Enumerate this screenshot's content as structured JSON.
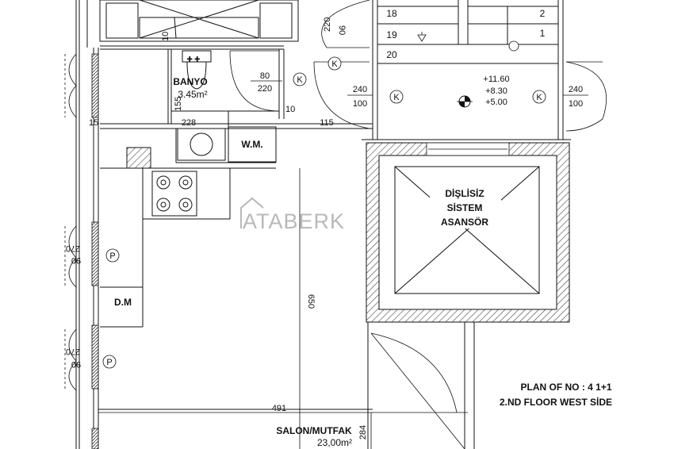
{
  "plan": {
    "title_line1": "PLAN OF NO : 4 1+1",
    "title_line2": "2.ND FLOOR WEST SİDE",
    "watermark": "ATABERK"
  },
  "rooms": {
    "banyo": {
      "name": "BANYO",
      "area": "3.45m²"
    },
    "wm": "W.M.",
    "dm": "D.M",
    "salon": {
      "name": "SALON/MUTFAK",
      "area": "23,00m²"
    },
    "elevator": {
      "line1": "DİŞLİSİZ",
      "line2": "SİSTEM",
      "line3": "ASANSÖR"
    }
  },
  "stairs": {
    "step_a": "18",
    "step_b": "19",
    "step_c": "20",
    "step_d": "2",
    "step_e": "1"
  },
  "levels": {
    "l1": "+11.60",
    "l2": "+8.30",
    "l3": "+5.00"
  },
  "dims": {
    "d10_top": "10",
    "d155": "155",
    "d80": "80",
    "d220a": "220",
    "d220b": "220",
    "d90": "90",
    "d10_mid": "10",
    "d15": "15",
    "d228": "228",
    "d115": "115",
    "d240l": "240",
    "d100l": "100",
    "d240r": "240",
    "d100r": "100",
    "d270a": "270",
    "d90a": "90",
    "d270b": "270",
    "d90b": "90",
    "d650": "650",
    "d491": "491",
    "d284": "284"
  },
  "tags": {
    "k": "K",
    "p": "P"
  }
}
